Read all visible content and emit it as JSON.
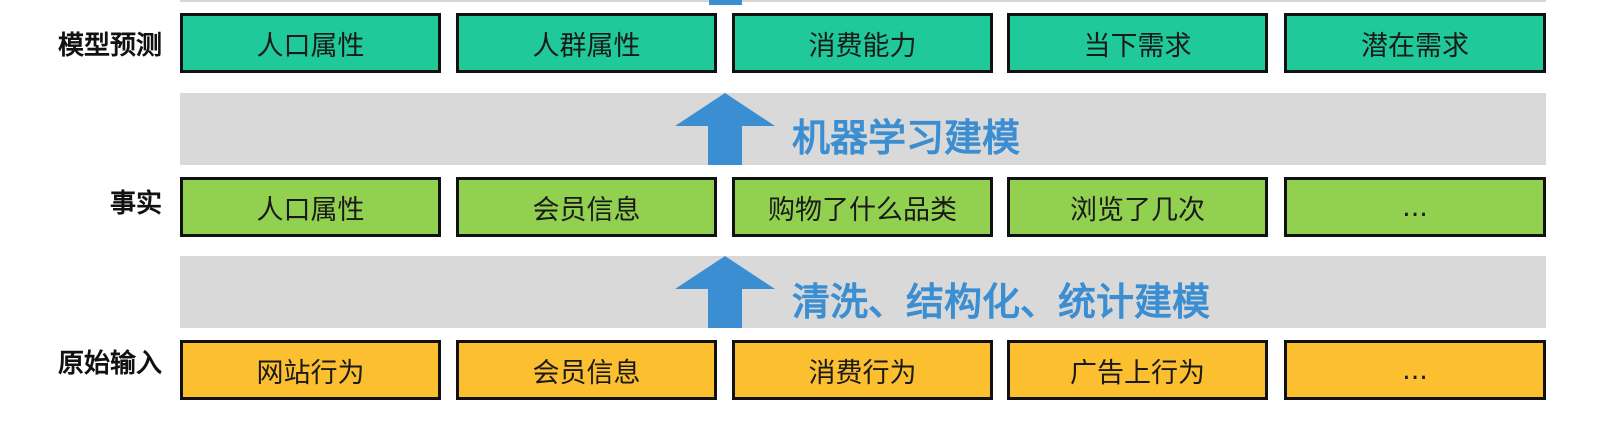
{
  "colors": {
    "model_box": "#1fc99a",
    "fact_box": "#92d050",
    "raw_box": "#fcbf2f",
    "band": "#d9d9d9",
    "arrow": "#3b8ed1",
    "border": "#111111"
  },
  "rows": {
    "model": {
      "label": "模型预测",
      "items": [
        "人口属性",
        "人群属性",
        "消费能力",
        "当下需求",
        "潜在需求"
      ]
    },
    "fact": {
      "label": "事实",
      "items": [
        "人口属性",
        "会员信息",
        "购物了什么品类",
        "浏览了几次",
        "..."
      ]
    },
    "raw": {
      "label": "原始输入",
      "items": [
        "网站行为",
        "会员信息",
        "消费行为",
        "广告上行为",
        "..."
      ]
    }
  },
  "bands": {
    "upper": {
      "text": "机器学习建模"
    },
    "lower": {
      "text": "清洗、结构化、统计建模"
    }
  }
}
